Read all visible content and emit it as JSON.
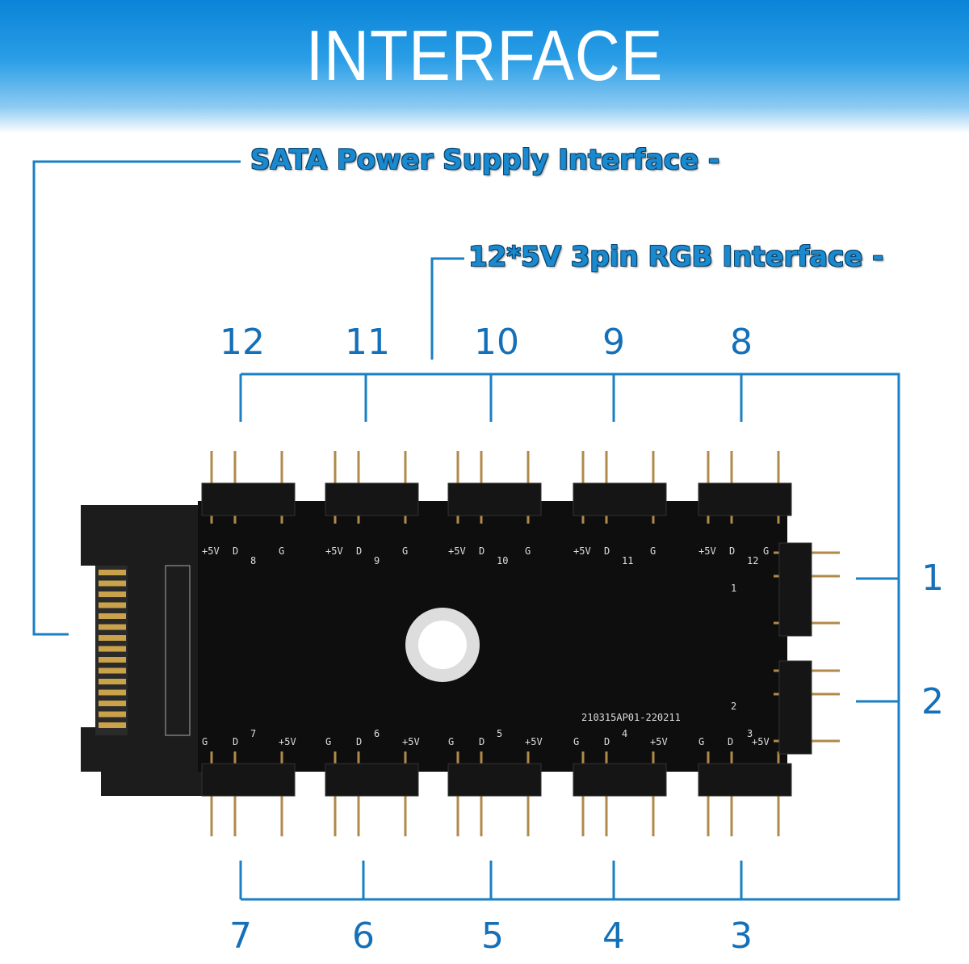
{
  "title": "INTERFACE",
  "callouts": {
    "sata": "SATA Power Supply Interface",
    "rgb": "12*5V 3pin RGB Interface"
  },
  "ports": {
    "top": [
      "12",
      "11",
      "10",
      "9",
      "8"
    ],
    "right": [
      "1",
      "2"
    ],
    "bottom": [
      "7",
      "6",
      "5",
      "4",
      "3"
    ]
  },
  "pcb_silk": {
    "top_pins": [
      "+5V",
      "D",
      "G"
    ],
    "top_ids": [
      "8",
      "9",
      "10",
      "11",
      "12"
    ],
    "bottom_pins": [
      "G",
      "D",
      "+5V"
    ],
    "bottom_ids": [
      "7",
      "6",
      "5",
      "4",
      "3"
    ],
    "right_ids": [
      "1",
      "2"
    ],
    "serial": "210315AP01-220211"
  },
  "colors": {
    "accent": "#1470b8",
    "line": "#1a7fc4",
    "board": "#0e0e0e",
    "pin": "#b08a4a"
  }
}
